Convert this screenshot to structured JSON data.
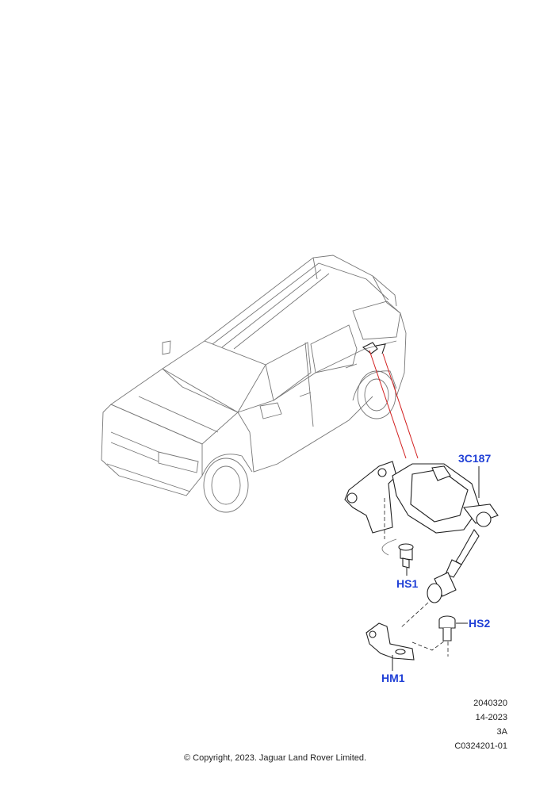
{
  "callouts": {
    "sensor": "3C187",
    "screw_upper": "HS1",
    "screw_lower": "HS2",
    "bracket": "HM1"
  },
  "meta": {
    "illustration_number": "2040320",
    "model_year": "14-2023",
    "revision": "3A",
    "catalog_code": "C0324201-01"
  },
  "copyright": "© Copyright, 2023. Jaguar Land Rover Limited.",
  "colors": {
    "callout_text": "#1f3fd6",
    "leader_line": "#d22020",
    "line_art": "#222222"
  }
}
